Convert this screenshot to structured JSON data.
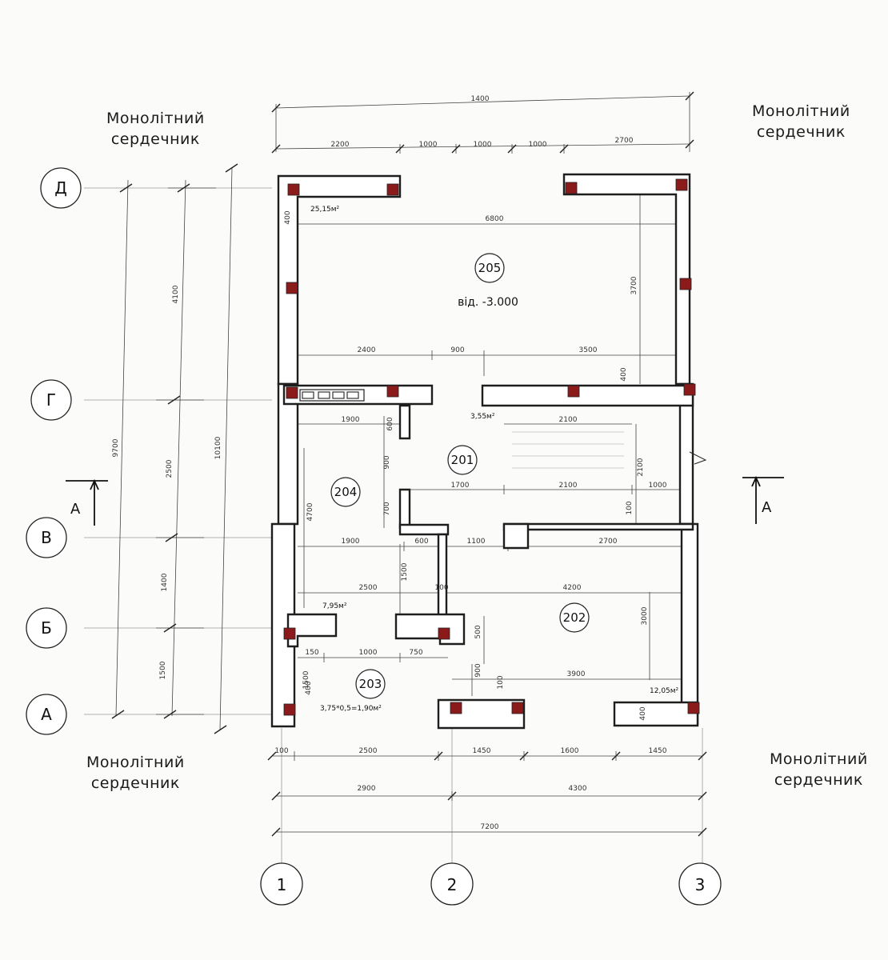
{
  "core_labels": {
    "top_left": [
      "Монолітний",
      "сердечник"
    ],
    "top_right": [
      "Монолітний",
      "сердечник"
    ],
    "bottom_left": [
      "Монолітний",
      "сердечник"
    ],
    "bottom_right": [
      "Монолітний",
      "сердечник"
    ]
  },
  "axes": {
    "rows": [
      "Д",
      "Г",
      "В",
      "Б",
      "А"
    ],
    "columns": [
      "1",
      "2",
      "3"
    ]
  },
  "section_mark": "А",
  "rooms": {
    "r205": "205",
    "r201": "201",
    "r204": "204",
    "r202": "202",
    "r203": "203"
  },
  "level_mark": "від. -3.000",
  "areas": {
    "a205": "25,15м²",
    "a201": "3,55м²",
    "a204": "7,95м²",
    "a203": "3,75*0,5=1,90м²",
    "a202": "12,05м²"
  },
  "dimensions": {
    "top_total": "1400",
    "top_chain": [
      "2200",
      "1000",
      "1000",
      "1000",
      "2700"
    ],
    "inner_6800": "6800",
    "inner_row2": [
      "2400",
      "900",
      "3500"
    ],
    "inner_row3": [
      "1900",
      "2100"
    ],
    "inner_row4": [
      "1700",
      "2100",
      "1000"
    ],
    "inner_row5": [
      "1900",
      "600",
      "1100",
      "2700"
    ],
    "inner_row6": [
      "2500",
      "100",
      "4200"
    ],
    "inner_row7": [
      "150",
      "1000",
      "750"
    ],
    "inner_row8": "3900",
    "bottom_chain": [
      "100",
      "2500",
      "1450",
      "1600",
      "1450"
    ],
    "bottom_mid": [
      "2900",
      "4300"
    ],
    "bottom_total": "7200",
    "left_outer": "9700",
    "left_mid": "10100",
    "left_chain": [
      "4100",
      "2500",
      "1400",
      "1500"
    ],
    "vert_inner": [
      "400",
      "600",
      "900",
      "700",
      "4700",
      "1500",
      "400",
      "1500",
      "500",
      "900",
      "100",
      "3700",
      "2100",
      "100",
      "3000",
      "400",
      "400"
    ]
  },
  "colors": {
    "column_fill": "#8b1a1a",
    "line": "#1e1e1e"
  }
}
